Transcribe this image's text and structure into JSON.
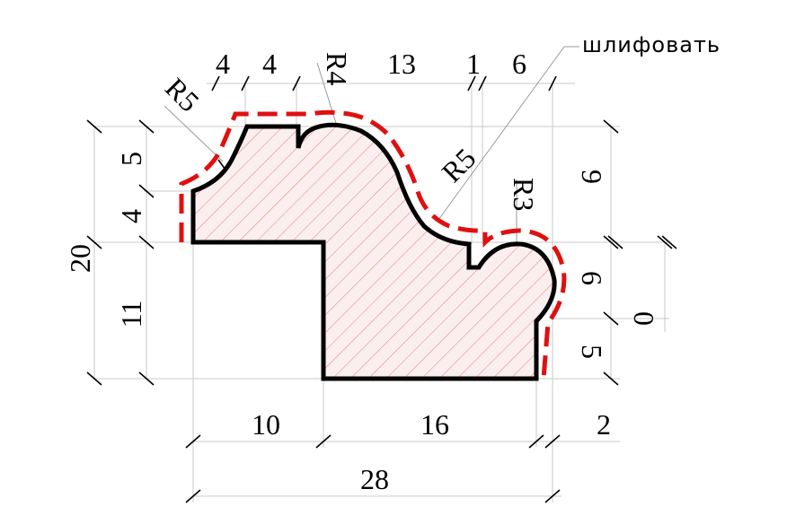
{
  "note": "шлифовать",
  "dimensions": {
    "top": [
      "4",
      "4",
      "13",
      "1",
      "6"
    ],
    "radius_r5_left": "R5",
    "radius_r4": "R4",
    "radius_r5_mid": "R5",
    "radius_r3": "R3",
    "left_5": "5",
    "left_4": "4",
    "left_20": "20",
    "left_11": "11",
    "right_9": "9",
    "right_6": "6",
    "right_0": "0",
    "right_5": "5",
    "bottom_10": "10",
    "bottom_16": "16",
    "bottom_2": "2",
    "bottom_28": "28"
  },
  "colors": {
    "outline": "#000000",
    "sanding_line": "#e01010",
    "hatch": "#d98080",
    "hatch_fill": "#fbeeee"
  }
}
